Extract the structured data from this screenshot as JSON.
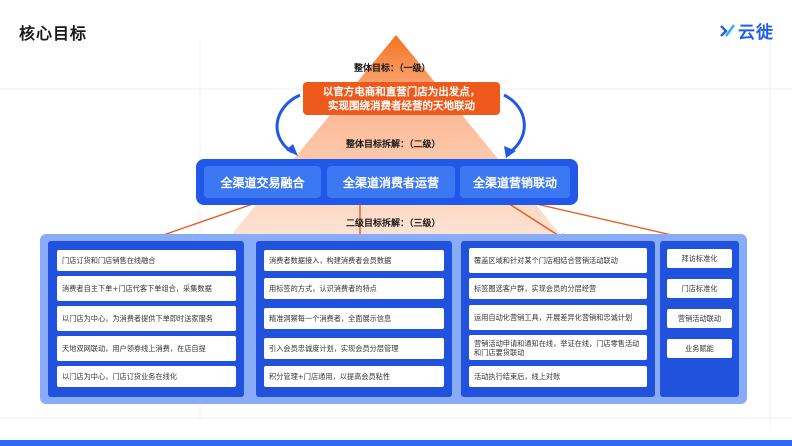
{
  "page": {
    "title": "核心目标",
    "brand": "云徙",
    "colors": {
      "accent_blue": "#2158e8",
      "accent_orange": "#ee5a1c"
    }
  },
  "diagram": {
    "level1_label": "整体目标：（一级）",
    "top_goal_lines": [
      "以官方电商和直营门店为出发点，",
      "实现围绕消费者经营的天地联动"
    ],
    "level2_label": "整体目标拆解：（二级）",
    "channels": [
      "全渠道交易融合",
      "全渠道消费者运营",
      "全渠道营销联动"
    ],
    "level3_label": "二级目标拆解：（三级）",
    "columns": [
      {
        "items": [
          "门店订货和门店销售在线融合",
          "消费者自主下单+门店代客下单组合，采集数据",
          "以门店为中心，为消费者提供下单即时送家服务",
          "天地双网联动，用户领券线上消费，在店自提",
          "以门店为中心，门店订货业务在线化"
        ]
      },
      {
        "items": [
          "消费者数据接入，构建消费者会员数据",
          "用标签的方式，认识消费者的特点",
          "精准洞察每一个消费者，全面展示信息",
          "引入会员忠诚度计划，实现会员分层管理",
          "积分管理+门店通用，以提高会员粘性"
        ]
      },
      {
        "items": [
          "覆盖区域和针对某个门店相结合营销活动联动",
          "标签圈选客户群，实现会员的分层经营",
          "运用自动化营销工具，开展差异化营销和忠诚计划",
          "营销活动申请和通知在线，举证在线，门店零售活动和门店要货联动",
          "活动执行结束后，线上对账"
        ]
      },
      {
        "items": [
          "拜访标准化",
          "门店标准化",
          "营销活动联动",
          "业务赋能"
        ]
      }
    ]
  }
}
